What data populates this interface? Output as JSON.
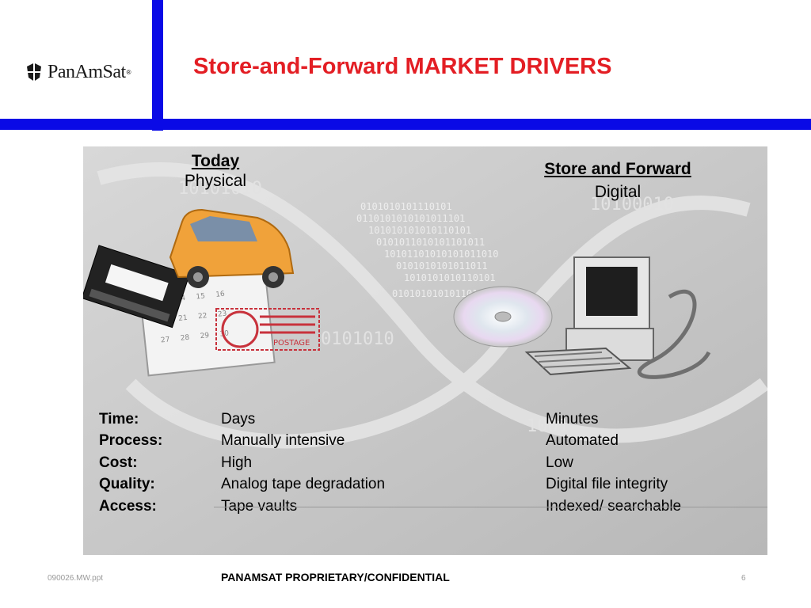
{
  "header": {
    "logo_text": "PanAmSat",
    "logo_mark": "®",
    "title": "Store-and-Forward MARKET DRIVERS"
  },
  "columns": {
    "left": {
      "heading": "Today",
      "subheading": "Physical"
    },
    "right": {
      "heading": "Store and Forward",
      "subheading": "Digital"
    }
  },
  "comparison": [
    {
      "label": "Time:",
      "today": "Days",
      "store_forward": "Minutes"
    },
    {
      "label": "Process:",
      "today": "Manually intensive",
      "store_forward": "Automated"
    },
    {
      "label": "Cost:",
      "today": "High",
      "store_forward": "Low"
    },
    {
      "label": "Quality:",
      "today": "Analog tape degradation",
      "store_forward": "Digital file integrity"
    },
    {
      "label": "Access:",
      "today": "Tape vaults",
      "store_forward": "Indexed/ searchable"
    }
  ],
  "illustration": {
    "postage_text": "POSTAGE"
  },
  "footer": {
    "file": "090026.MW.ppt",
    "confidential": "PANAMSAT PROPRIETARY/CONFIDENTIAL",
    "page": "6"
  },
  "colors": {
    "accent_blue": "#0a0ae6",
    "title_red": "#e31e24",
    "panel_gray": "#c9c9c9"
  }
}
